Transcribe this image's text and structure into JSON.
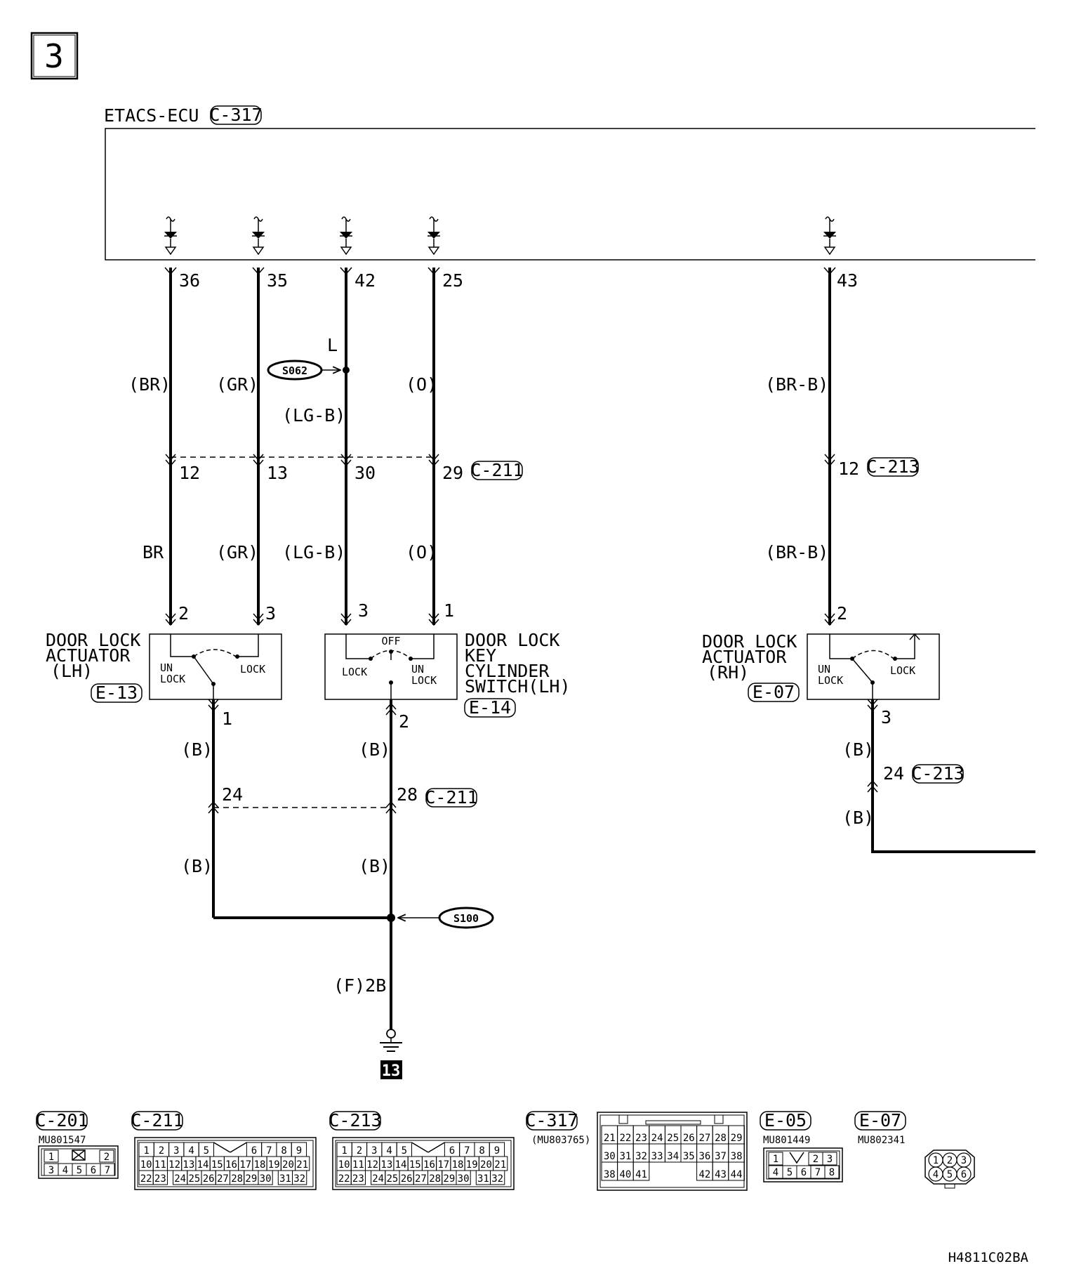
{
  "page_number": "3",
  "ecu": {
    "label": "ETACS-ECU",
    "connector": "C-317"
  },
  "ecu_pins": [
    {
      "id": "pin36",
      "label": "36"
    },
    {
      "id": "pin35",
      "label": "35"
    },
    {
      "id": "pin42",
      "label": "42"
    },
    {
      "id": "pin25",
      "label": "25"
    },
    {
      "id": "pin43",
      "label": "43"
    }
  ],
  "wire_colors": {
    "br_top": "(BR)",
    "gr_top": "(GR)",
    "lgb_top": "(LG-B)",
    "o_top": "(O)",
    "brb_top": "(BR-B)",
    "br_mid": "BR",
    "gr_mid": "(GR)",
    "lgb_mid": "(LG-B)",
    "o_mid": "(O)",
    "brb_mid": "(BR-B)",
    "b_lh_upper": "(B)",
    "b_ks_upper": "(B)",
    "b_lh_lower": "(B)",
    "b_ks_lower": "(B)",
    "b_rh_upper": "(B)",
    "b_rh_lower": "(B)",
    "wire_l": "L"
  },
  "splices": {
    "s062": "S062",
    "s100": "S100"
  },
  "c211_upper": {
    "pins": [
      "12",
      "13",
      "30",
      "29"
    ],
    "connector": "C-211"
  },
  "c213_upper": {
    "pin": "12",
    "connector": "C-213"
  },
  "c211_lower": {
    "pins": [
      "24",
      "28"
    ],
    "connector": "C-211"
  },
  "c213_lower": {
    "pin": "24",
    "connector": "C-213"
  },
  "components": {
    "lh_actuator": {
      "line1": "DOOR LOCK",
      "line2": "ACTUATOR",
      "line3": "(LH)",
      "connector": "E-13",
      "unlock1": "UN",
      "unlock2": "LOCK",
      "lock": "LOCK",
      "pin_a": "2",
      "pin_b": "3",
      "pin_out": "1"
    },
    "key_switch": {
      "line1": "DOOR LOCK",
      "line2": "KEY",
      "line3": "CYLINDER",
      "line4": "SWITCH(LH)",
      "connector": "E-14",
      "off": "OFF",
      "lock": "LOCK",
      "unlock1": "UN",
      "unlock2": "LOCK",
      "pin_a": "3",
      "pin_b": "1",
      "pin_out": "2"
    },
    "rh_actuator": {
      "line1": "DOOR LOCK",
      "line2": "ACTUATOR",
      "line3": "(RH)",
      "connector": "E-07",
      "unlock1": "UN",
      "unlock2": "LOCK",
      "lock": "LOCK",
      "pin_a": "2",
      "pin_out": "3"
    }
  },
  "ground": {
    "wire": "(F)2B",
    "number": "13"
  },
  "connector_views": [
    {
      "id": "C-201",
      "part": "MU801547",
      "rows": [
        [
          "1",
          "2"
        ],
        [
          "3",
          "4",
          "5",
          "6",
          "7"
        ]
      ]
    },
    {
      "id": "C-211",
      "part": "",
      "rows": [
        [
          "1",
          "2",
          "3",
          "4",
          "5",
          "6",
          "7",
          "8",
          "9"
        ],
        [
          "10",
          "11",
          "12",
          "13",
          "14",
          "15",
          "16",
          "17",
          "18",
          "19",
          "20",
          "21"
        ],
        [
          "22",
          "23",
          "24",
          "25",
          "26",
          "27",
          "28",
          "29",
          "30",
          "31",
          "32"
        ]
      ]
    },
    {
      "id": "C-213",
      "part": "",
      "rows": [
        [
          "1",
          "2",
          "3",
          "4",
          "5",
          "6",
          "7",
          "8",
          "9"
        ],
        [
          "10",
          "11",
          "12",
          "13",
          "14",
          "15",
          "16",
          "17",
          "18",
          "19",
          "20",
          "21"
        ],
        [
          "22",
          "23",
          "24",
          "25",
          "26",
          "27",
          "28",
          "29",
          "30",
          "31",
          "32"
        ]
      ]
    },
    {
      "id": "C-317",
      "part": "(MU803765)",
      "rows": [
        [
          "21",
          "22",
          "23",
          "24",
          "25",
          "26",
          "27",
          "28",
          "29"
        ],
        [
          "30",
          "31",
          "32",
          "33",
          "34",
          "35",
          "36",
          "37",
          "38"
        ],
        [
          "38",
          "40",
          "41",
          "42",
          "43",
          "44"
        ]
      ]
    },
    {
      "id": "E-05",
      "part": "MU801449",
      "rows": [
        [
          "1",
          "2",
          "3"
        ],
        [
          "4",
          "5",
          "6",
          "7",
          "8"
        ]
      ]
    },
    {
      "id": "E-07",
      "part": "MU802341",
      "rows": [
        [
          "1",
          "2",
          "3"
        ],
        [
          "4",
          "5",
          "6"
        ]
      ]
    }
  ],
  "doc_code": "H4811C02BA"
}
